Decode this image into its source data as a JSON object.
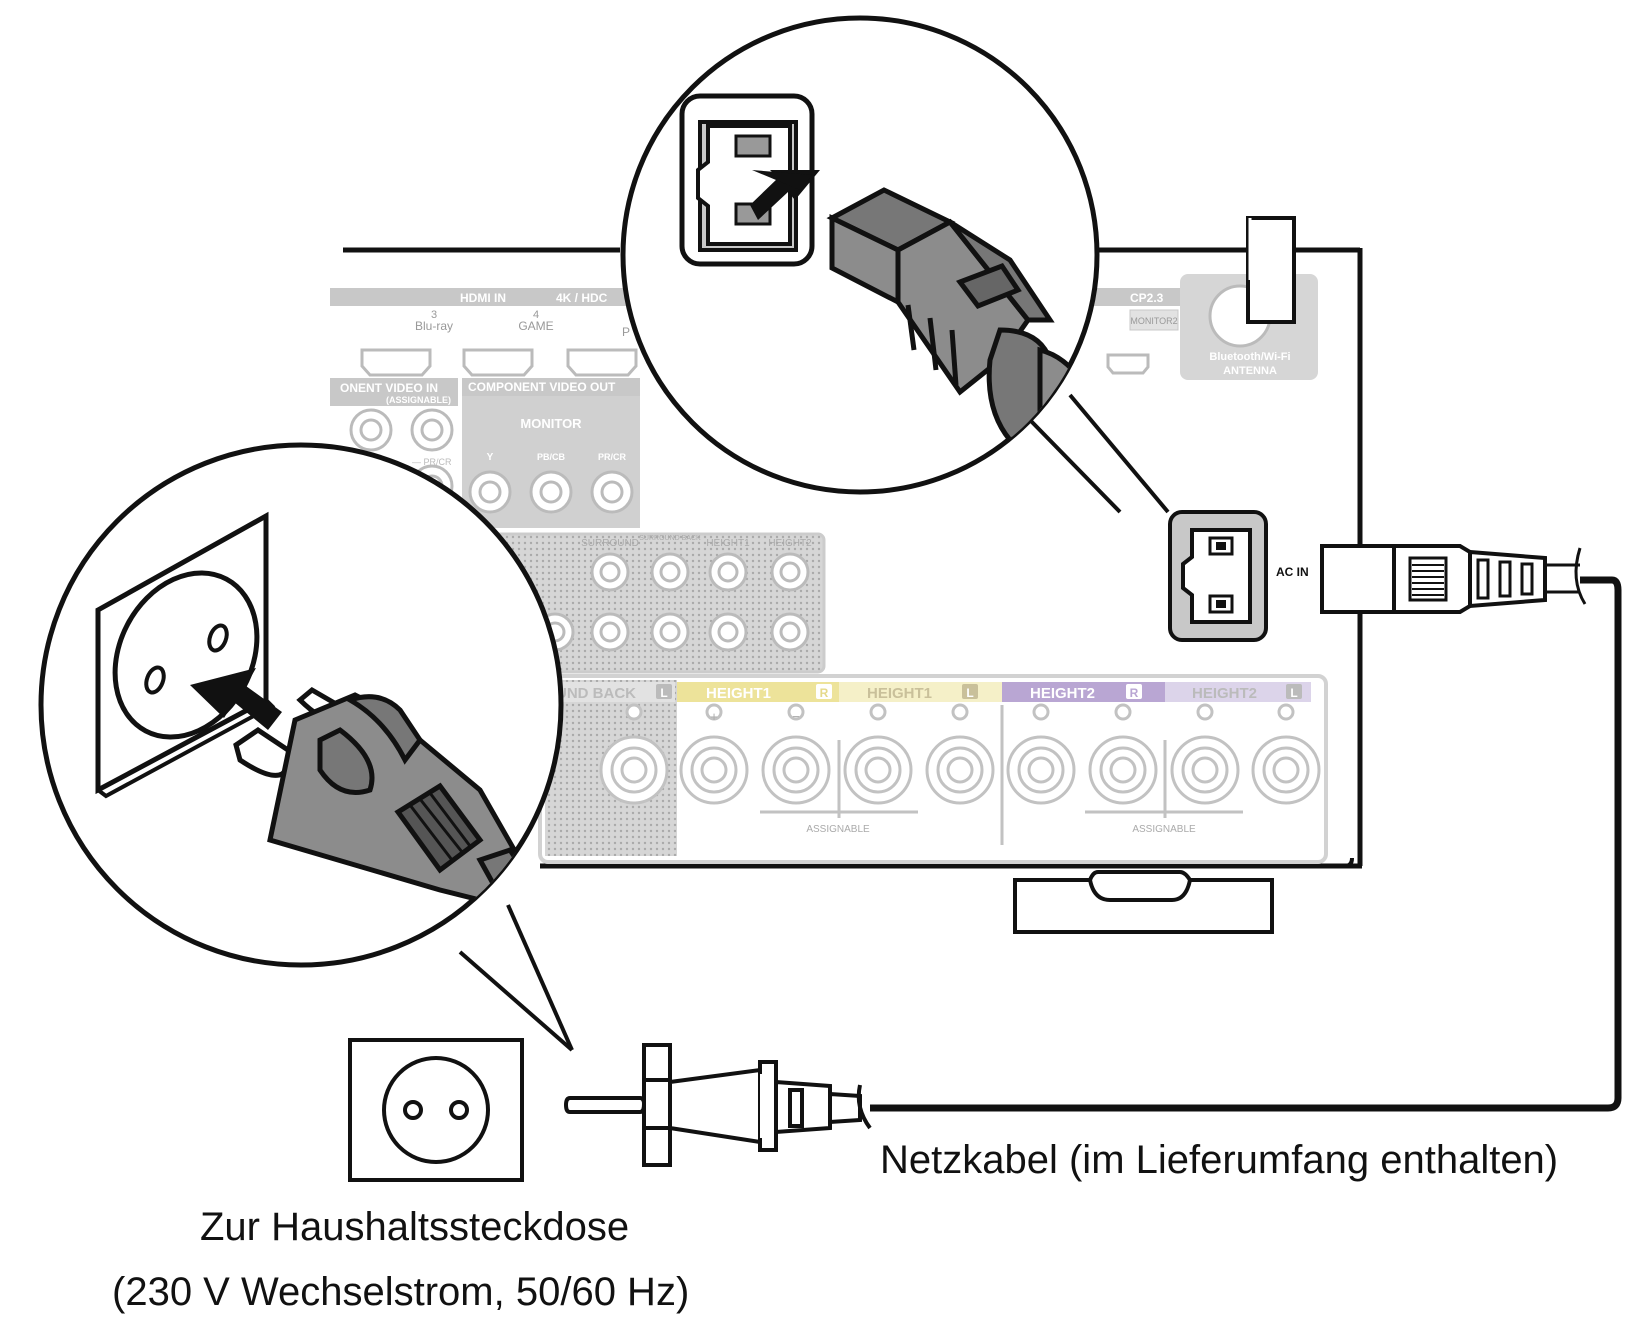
{
  "panel": {
    "hdmi_in_label": "HDMI IN",
    "hdcp_label": "4K / HDC",
    "hdcp_right_label": "CP2.3",
    "monitor2_label": "MONITOR2",
    "hdmi_port3_number": "3",
    "hdmi_port3_name": "Blu-ray",
    "hdmi_port4_number": "4",
    "hdmi_port4_name": "GAME",
    "hdmi_port5_partial": "P",
    "component_in_label": "ONENT VIDEO IN",
    "component_in_sub": "(ASSIGNABLE)",
    "component_out_label": "COMPONENT VIDEO OUT",
    "monitor_label": "MONITOR",
    "jack_y": "Y",
    "jack_pb": "PB/CB",
    "jack_pr": "PR/CR",
    "jack_pr_left": "— PR/CR",
    "antenna_label_1": "Bluetooth/Wi-Fi",
    "antenna_label_2": "ANTENNA",
    "ac_in_label": "AC IN",
    "preout_surround": "SURROUND",
    "preout_surround_back": "SURROUND BACK",
    "preout_height1": "HEIGHT1",
    "preout_height2": "HEIGHT2",
    "speaker_labels": [
      "UND BACK",
      "HEIGHT1",
      "HEIGHT1",
      "HEIGHT2",
      "HEIGHT2"
    ],
    "speaker_sides": [
      "L",
      "R",
      "L",
      "R",
      "L"
    ],
    "assignable_label": "ASSIGNABLE",
    "plus_sign": "+",
    "minus_sign": "−"
  },
  "colors": {
    "line": "#111111",
    "panel_gray": "#c8c8c8",
    "panel_light": "#e2e2e2",
    "height1_r": "#ede39a",
    "height1_l": "#f5f0c8",
    "height2_r": "#b9a6d3",
    "height2_l": "#dcd4ea",
    "plug_gray": "#8c8c8c"
  },
  "captions": {
    "power_cord": "Netzkabel (im Lieferumfang enthalten)",
    "outlet_line1": "Zur Haushaltssteckdose",
    "outlet_line2": "(230 V Wechselstrom, 50/60 Hz)"
  },
  "icons": [
    "arrow-icon",
    "wall-outlet-icon",
    "euro-plug-icon",
    "iec-c13-plug-icon",
    "iec-c14-inlet-icon"
  ]
}
